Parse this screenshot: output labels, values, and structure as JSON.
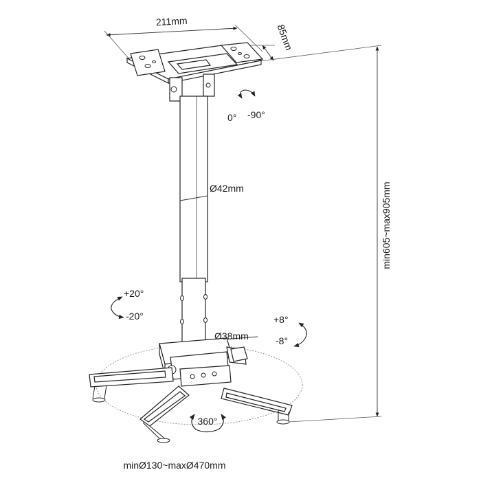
{
  "labels": {
    "plate_width": "211mm",
    "plate_depth": "85mm",
    "tilt_top_a": "0°",
    "tilt_top_b": "-90°",
    "pole_diameter": "Ø42mm",
    "height_range": "min605~max905mm",
    "tilt_left_a": "+20°",
    "tilt_left_b": "-20°",
    "tilt_right_a": "+8°",
    "tilt_right_b": "-8°",
    "inner_tube_diameter": "Ø38mm",
    "rotation": "360°",
    "arm_span": "minØ130~maxØ470mm"
  },
  "colors": {
    "line": "#222222",
    "text": "#1a1a1a",
    "background": "#ffffff"
  }
}
